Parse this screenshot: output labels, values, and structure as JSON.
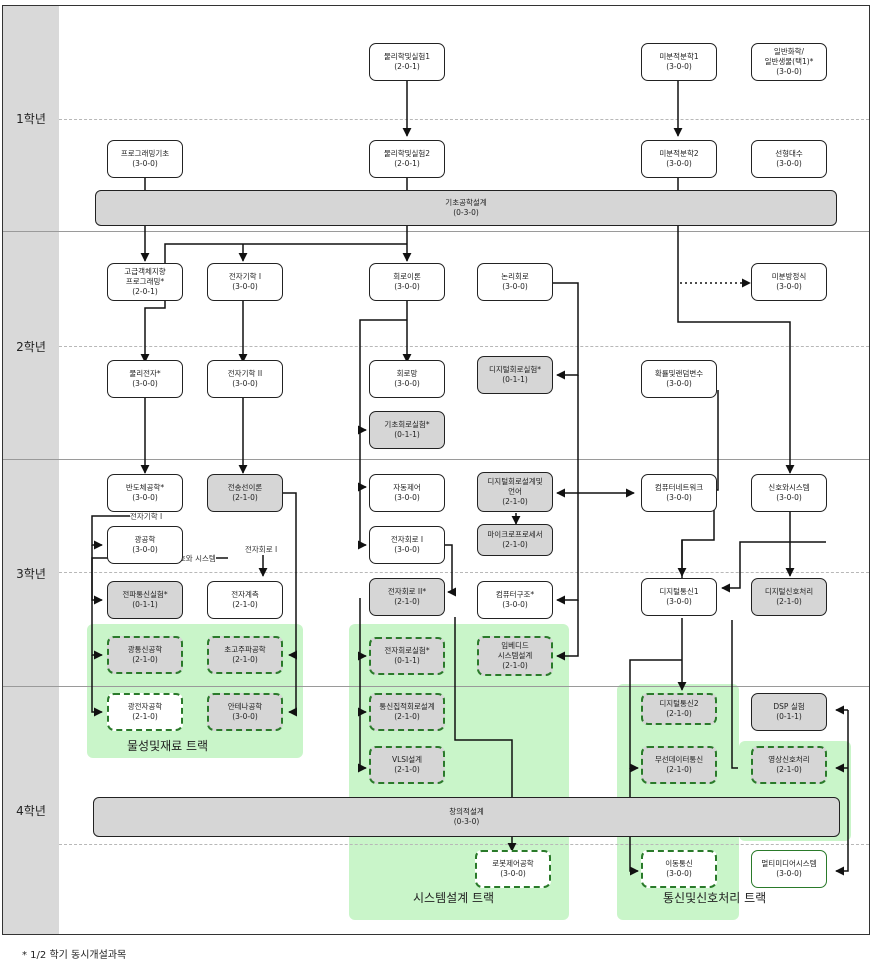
{
  "years": [
    "1학년",
    "2학년",
    "3학년",
    "4학년"
  ],
  "tracks": {
    "material": "물성및재료 트랙",
    "system": "시스템설계 트랙",
    "comm": "통신및신호처리 트랙"
  },
  "courses": {
    "phys1": [
      "물리학및실험1",
      "(2-0-1)"
    ],
    "calc1": [
      "미분적분학1",
      "(3-0-0)"
    ],
    "chem": [
      "일반화학/",
      "일반생물(택1)*",
      "(3-0-0)"
    ],
    "prog": [
      "프로그래밍기초",
      "(3-0-0)"
    ],
    "phys2": [
      "물리학및실험2",
      "(2-0-1)"
    ],
    "calc2": [
      "미분적분학2",
      "(3-0-0)"
    ],
    "linalg": [
      "선형대수",
      "(3-0-0)"
    ],
    "basicdesign": [
      "기초공학설계",
      "(0-3-0)"
    ],
    "oop": [
      "고급객체지향",
      "프로그래밍*",
      "(2-0-1)"
    ],
    "em1": [
      "전자기학 I",
      "(3-0-0)"
    ],
    "circuit": [
      "회로이론",
      "(3-0-0)"
    ],
    "logic": [
      "논리회로",
      "(3-0-0)"
    ],
    "diffeq": [
      "미분방정식",
      "(3-0-0)"
    ],
    "physelec": [
      "물리전자*",
      "(3-0-0)"
    ],
    "em2": [
      "전자기학 II",
      "(3-0-0)"
    ],
    "network": [
      "회로망",
      "(3-0-0)"
    ],
    "digilab": [
      "디지털회로실험*",
      "(0-1-1)"
    ],
    "prob": [
      "확률및랜덤변수",
      "(3-0-0)"
    ],
    "basiclab": [
      "기초회로실험*",
      "(0-1-1)"
    ],
    "semi": [
      "반도체공학*",
      "(3-0-0)"
    ],
    "trans": [
      "전송선이론",
      "(2-1-0)"
    ],
    "control": [
      "자동제어",
      "(3-0-0)"
    ],
    "digidesign": [
      "디지털회로설계및",
      "언어",
      "(2-1-0)"
    ],
    "compnet": [
      "컴퓨터네트워크",
      "(3-0-0)"
    ],
    "signals": [
      "신호와시스템",
      "(3-0-0)"
    ],
    "optics": [
      "광공학",
      "(3-0-0)"
    ],
    "micro": [
      "마이크로프로세서",
      "(2-1-0)"
    ],
    "elec1": [
      "전자회로 I",
      "(3-0-0)"
    ],
    "emlab": [
      "전파통신실험*",
      "(0-1-1)"
    ],
    "measure": [
      "전자계측",
      "(2-1-0)"
    ],
    "elec2": [
      "전자회로 II*",
      "(2-1-0)"
    ],
    "arch": [
      "컴퓨터구조*",
      "(3-0-0)"
    ],
    "digicomm1": [
      "디지털통신1",
      "(3-0-0)"
    ],
    "dsp": [
      "디지털신호처리",
      "(2-1-0)"
    ],
    "optcomm": [
      "광통신공학",
      "(2-1-0)"
    ],
    "microwave": [
      "초고주파공학",
      "(2-1-0)"
    ],
    "eleclab": [
      "전자회로실험*",
      "(0-1-1)"
    ],
    "embedded": [
      "임베디드",
      "시스템설계",
      "(2-1-0)"
    ],
    "photonics": [
      "광전자공학",
      "(2-1-0)"
    ],
    "antenna": [
      "안테나공학",
      "(3-0-0)"
    ],
    "ic": [
      "통신집적회로설계",
      "(2-1-0)"
    ],
    "digicomm2": [
      "디지털통신2",
      "(2-1-0)"
    ],
    "dsplab": [
      "DSP 실험",
      "(0-1-1)"
    ],
    "vlsi": [
      "VLSI설계",
      "(2-1-0)"
    ],
    "wireless": [
      "무선데이터통신",
      "(2-1-0)"
    ],
    "image": [
      "영상신호처리",
      "(2-1-0)"
    ],
    "capstone": [
      "창의적설계",
      "(0-3-0)"
    ],
    "robot": [
      "로봇제어공학",
      "(3-0-0)"
    ],
    "mobile": [
      "이동통신",
      "(3-0-0)"
    ],
    "multimedia": [
      "멀티미디어시스템",
      "(3-0-0)"
    ]
  },
  "notes": {
    "n_em1": "전자기학 I",
    "n_sig": "신호와 시스템",
    "n_elec1": "전자회로 I"
  },
  "footnote": "* 1/2 학기 동시개설과목"
}
